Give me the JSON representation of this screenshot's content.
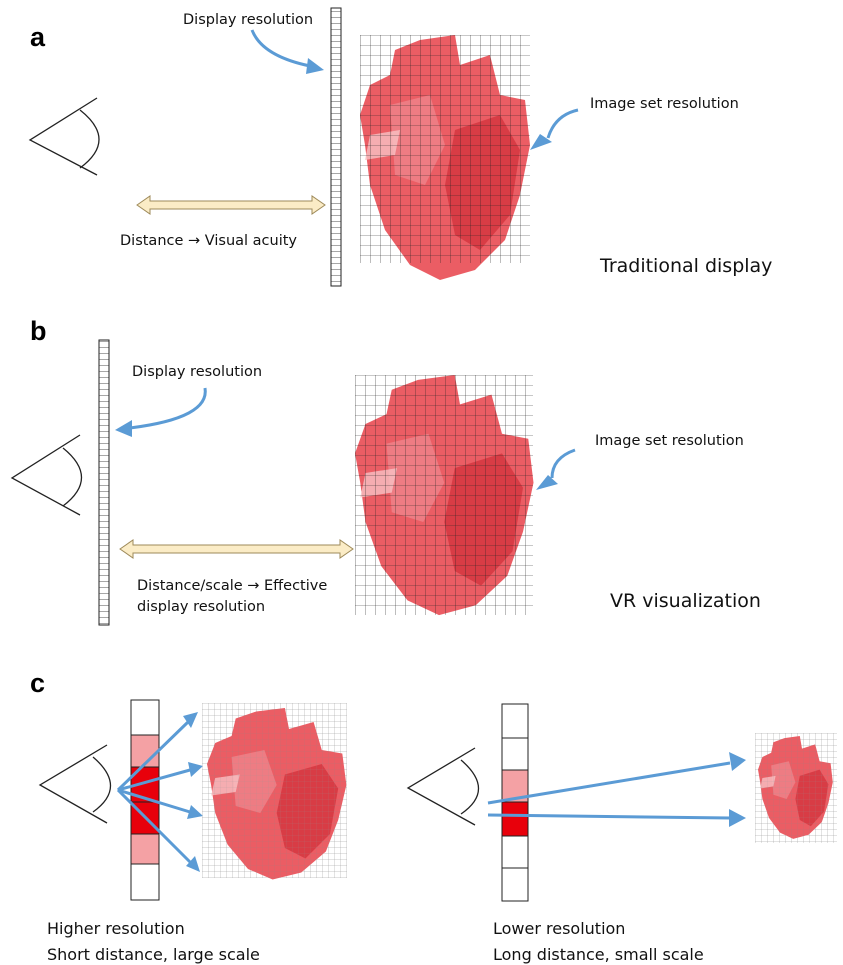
{
  "panels": {
    "a": {
      "letter": "a",
      "display_resolution_label": "Display resolution",
      "image_set_resolution_label": "Image set resolution",
      "distance_label": "Distance → Visual acuity",
      "title": "Traditional display"
    },
    "b": {
      "letter": "b",
      "display_resolution_label": "Display resolution",
      "image_set_resolution_label": "Image set resolution",
      "distance_label_line1": "Distance/scale → Effective",
      "distance_label_line2": "display resolution",
      "title": "VR visualization"
    },
    "c": {
      "letter": "c",
      "left_caption_line1": "Higher resolution",
      "left_caption_line2": "Short distance, large scale",
      "right_caption_line1": "Lower resolution",
      "right_caption_line2": "Long distance, small scale"
    }
  },
  "colors": {
    "arrow": "#5b9bd5",
    "heart": "#e8474f",
    "pixel_light": "#f4a1a4",
    "pixel_dark": "#e8000b",
    "double_arrow_fill": "#fbecc6"
  },
  "icons": [
    "eye-icon",
    "heart-image",
    "display-strip",
    "double-arrow"
  ]
}
